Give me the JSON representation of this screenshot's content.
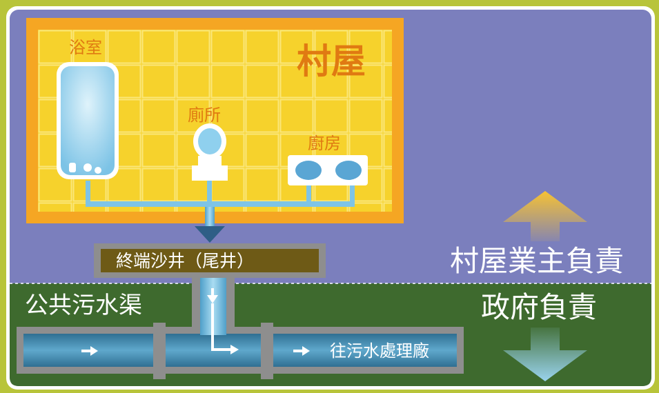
{
  "labels": {
    "house": "村屋",
    "bathroom": "浴室",
    "toilet": "廁所",
    "kitchen": "廚房",
    "terminal_manhole": "終端沙井（尾井）",
    "owner_responsibility": "村屋業主負責",
    "government_responsibility": "政府負責",
    "public_sewer": "公共污水渠",
    "to_treatment_works": "往污水處理廠"
  },
  "colors": {
    "frame": "#b8c43a",
    "upper_background": "#7b7fbd",
    "lower_background": "#3e6a2e",
    "house_fill": "#f6d22c",
    "house_border": "#f5a623",
    "label_orange": "#e07a12",
    "pipe_blue": "#7ec4e6",
    "manhole_brown": "#6e5a16",
    "arrow_up": "#f6c233",
    "arrow_down": "#9ad3ee"
  },
  "icons": [
    "bathtub-icon",
    "toilet-icon",
    "kitchen-sink-icon",
    "up-arrow-icon",
    "down-arrow-icon",
    "flow-arrow-icon"
  ]
}
